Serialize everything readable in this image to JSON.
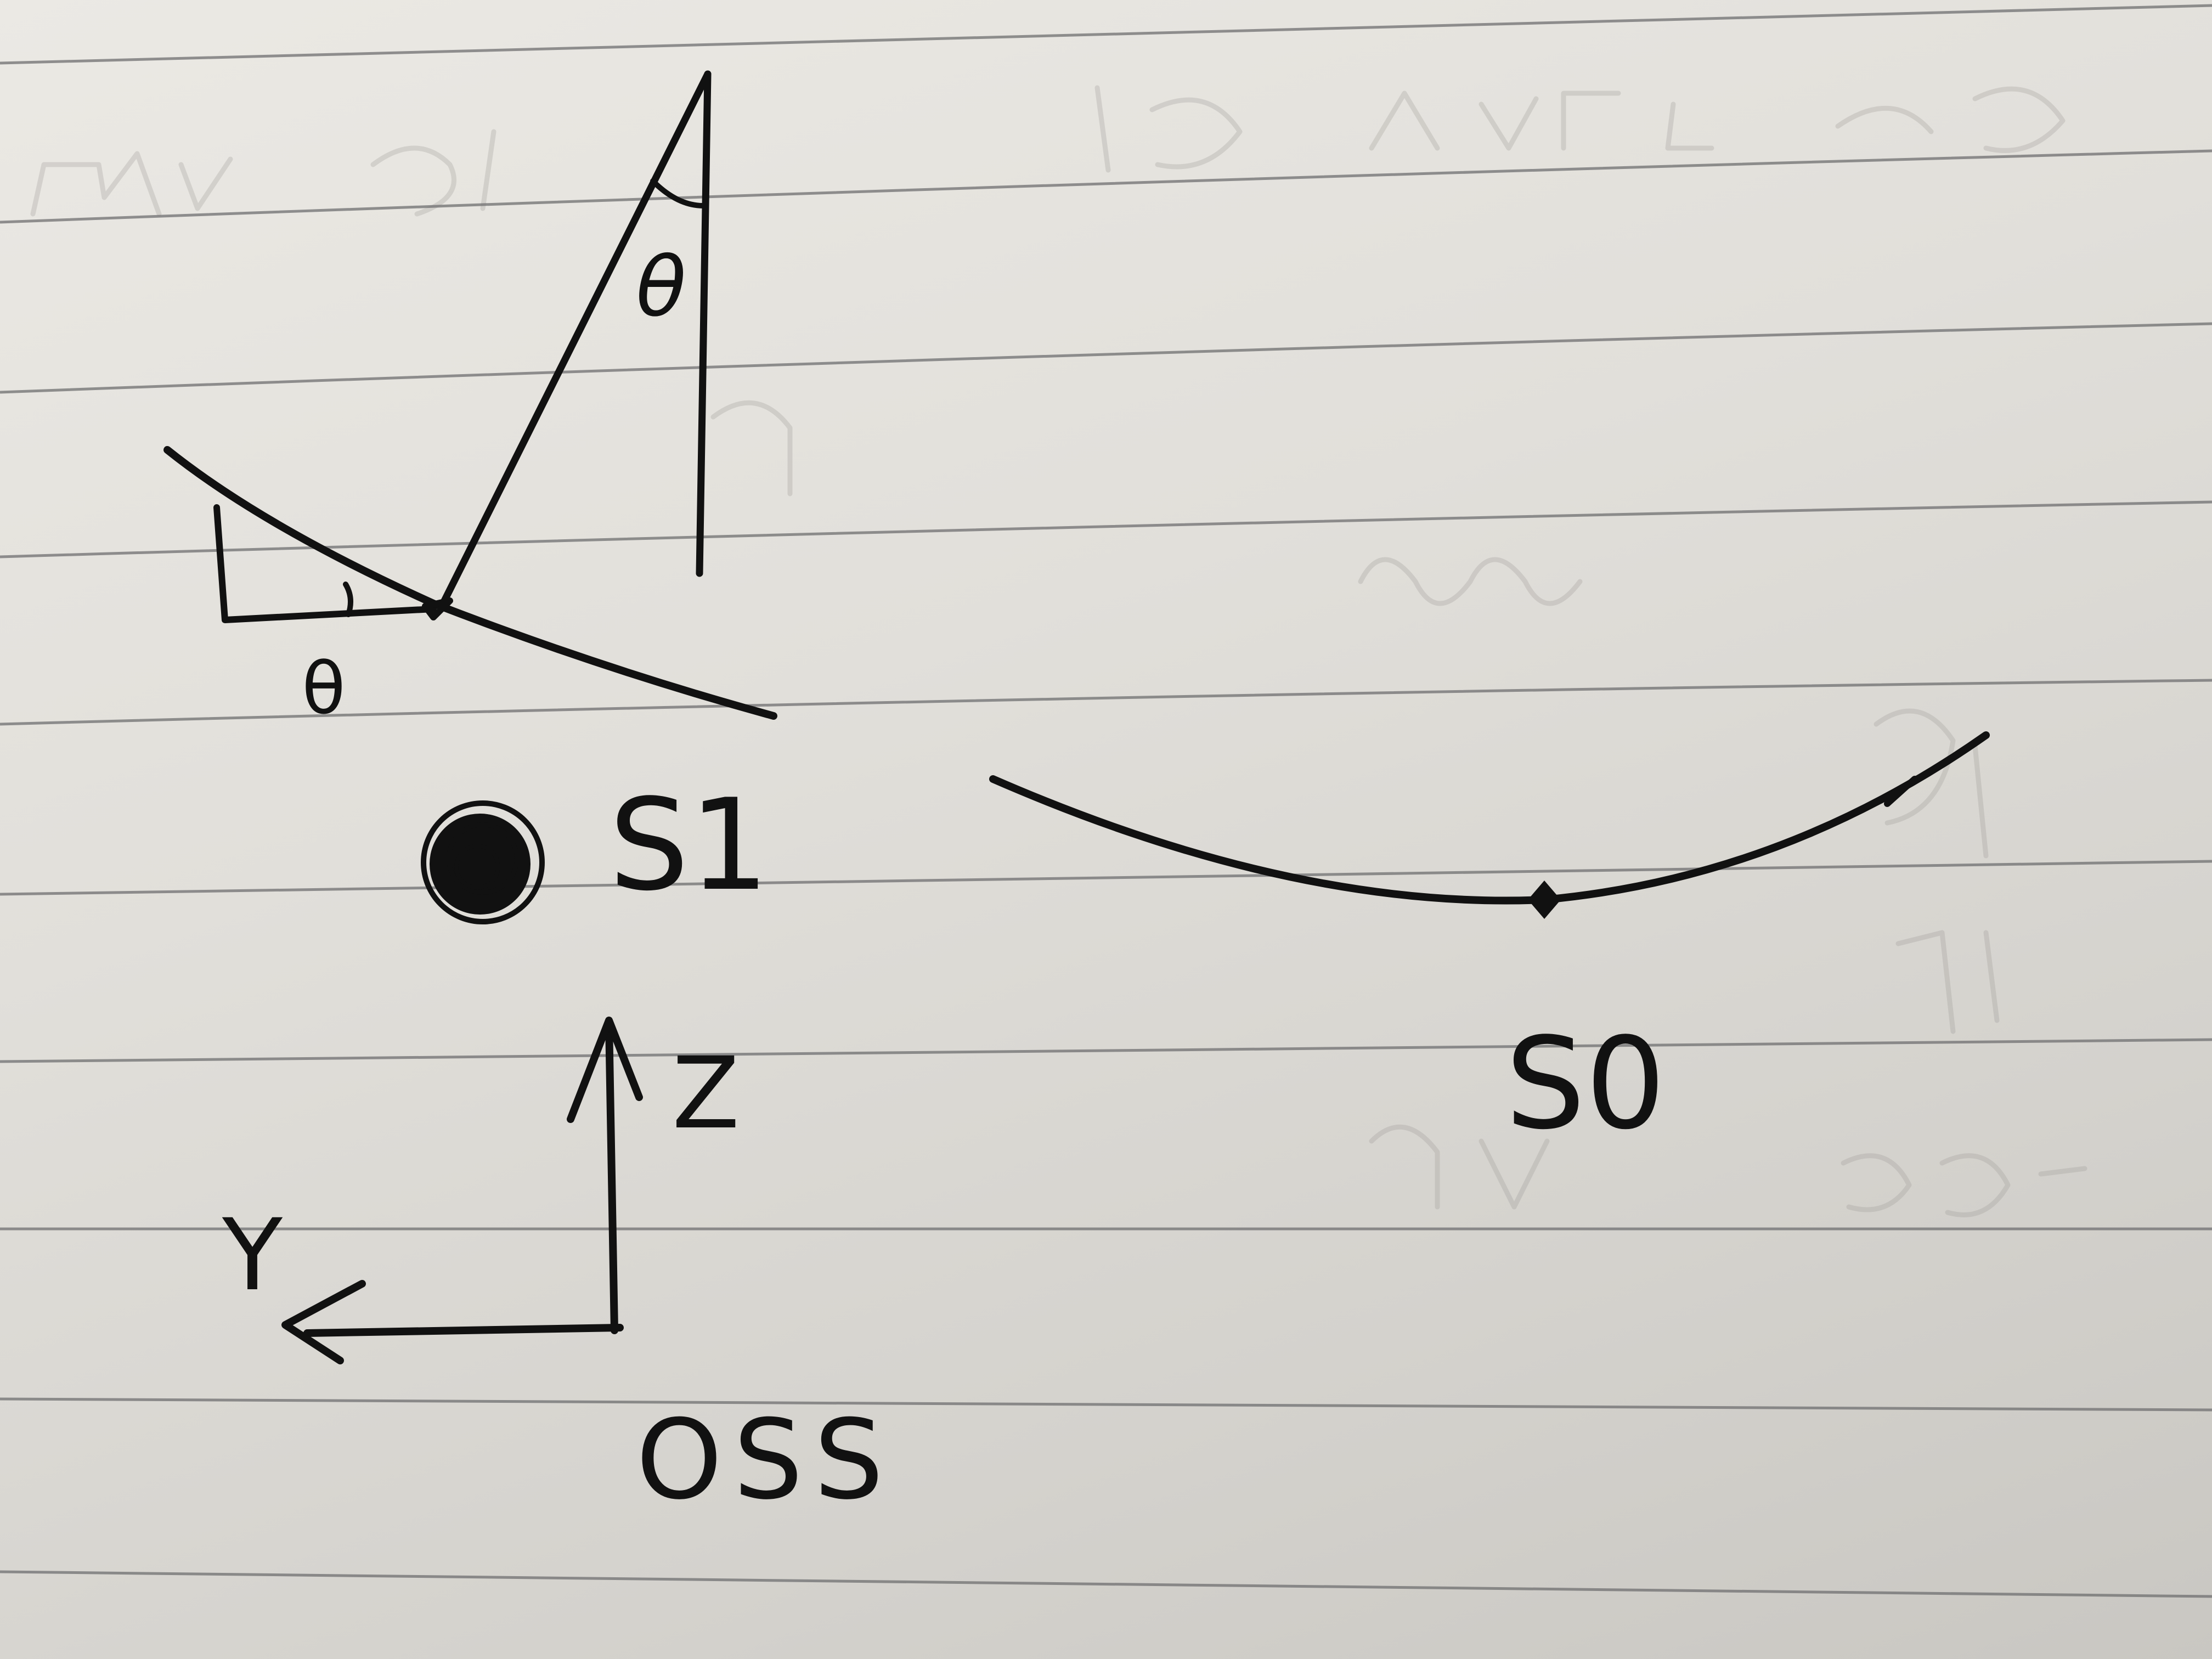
{
  "diagram": {
    "labels": {
      "theta_top": "θ",
      "theta_left": "θ",
      "s1": "S1",
      "s0": "S0",
      "axis_z": "Z",
      "axis_y": "Y",
      "oss": "OSS"
    },
    "colors": {
      "ink": "#111111",
      "paper": "#e6e4df",
      "rule_line": "#6f6f70"
    }
  }
}
